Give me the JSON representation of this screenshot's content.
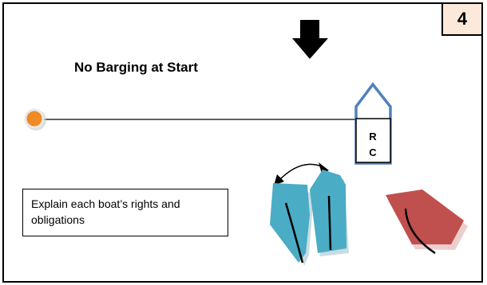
{
  "slide": {
    "number": "4",
    "title": "No Barging at Start",
    "note": "Explain each boat’s rights and obligations"
  },
  "committee_boat": {
    "label_line1": "R",
    "label_line2": "C"
  },
  "colors": {
    "pin_buoy": "#f08a24",
    "committee_boat_outline": "#4f81bd",
    "boat_teal": "#4bacc6",
    "boat_red": "#c0504d",
    "slide_number_bg": "#fde9d9"
  },
  "icons": [
    "wind-arrow-icon",
    "pin-buoy-icon",
    "swap-arrow-icon"
  ]
}
